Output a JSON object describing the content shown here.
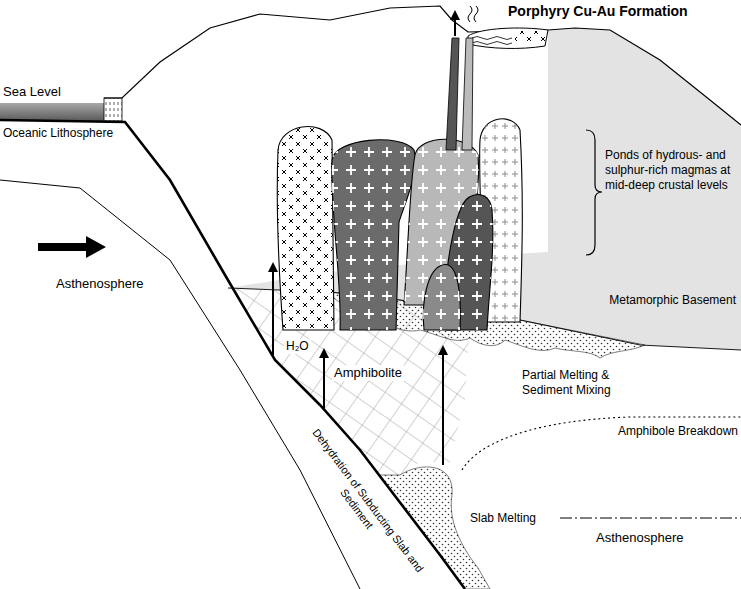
{
  "diagram": {
    "labels": [
      "Porphyry Cu-Au Formation",
      "Sea Level",
      "Oceanic Lithosphere",
      "Ponds of hydrous- and sulphur-rich magmas at mid-deep crustal levels",
      "Asthenosphere",
      "H₂O",
      "Amphibolite",
      "Metamorphic Basement",
      "Partial Melting & Sediment Mixing",
      "Amphibole Breakdown",
      "Dehydration of Subducting Slab and Sediment",
      "Slab Melting",
      "Asthenosphere"
    ]
  }
}
